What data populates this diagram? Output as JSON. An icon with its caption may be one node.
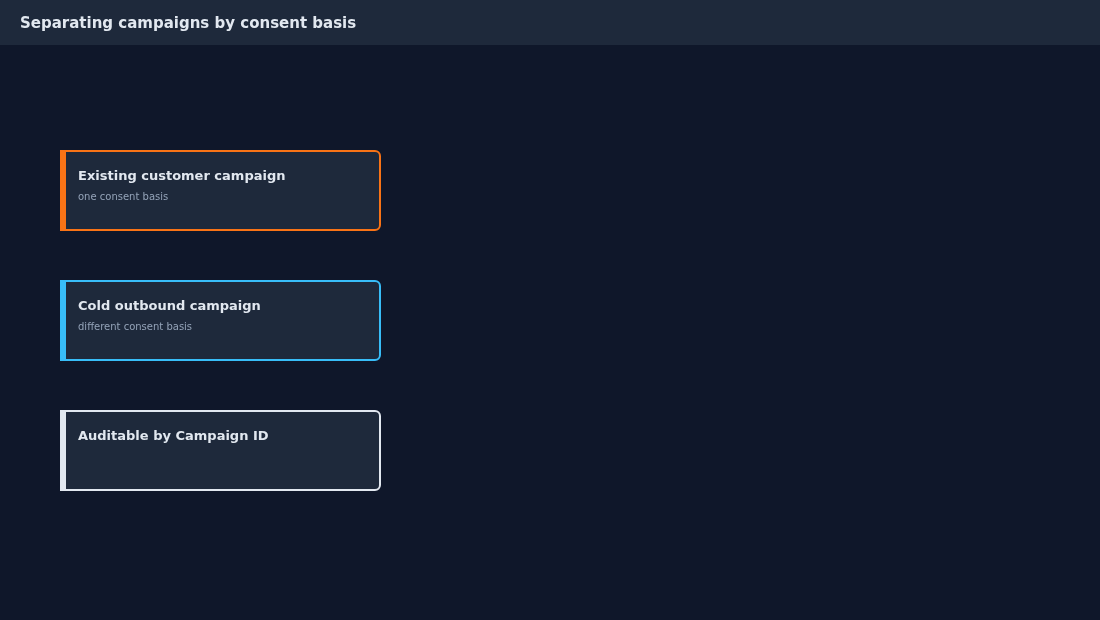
{
  "diagram": {
    "title": "Separating campaigns by consent basis",
    "nodes": [
      {
        "text": [
          "Existing customer campaign",
          "one consent basis"
        ]
      },
      {
        "text": [
          "Cold outbound campaign",
          "different consent basis"
        ]
      },
      {
        "text": [
          "Auditable by Campaign ID"
        ]
      }
    ]
  }
}
